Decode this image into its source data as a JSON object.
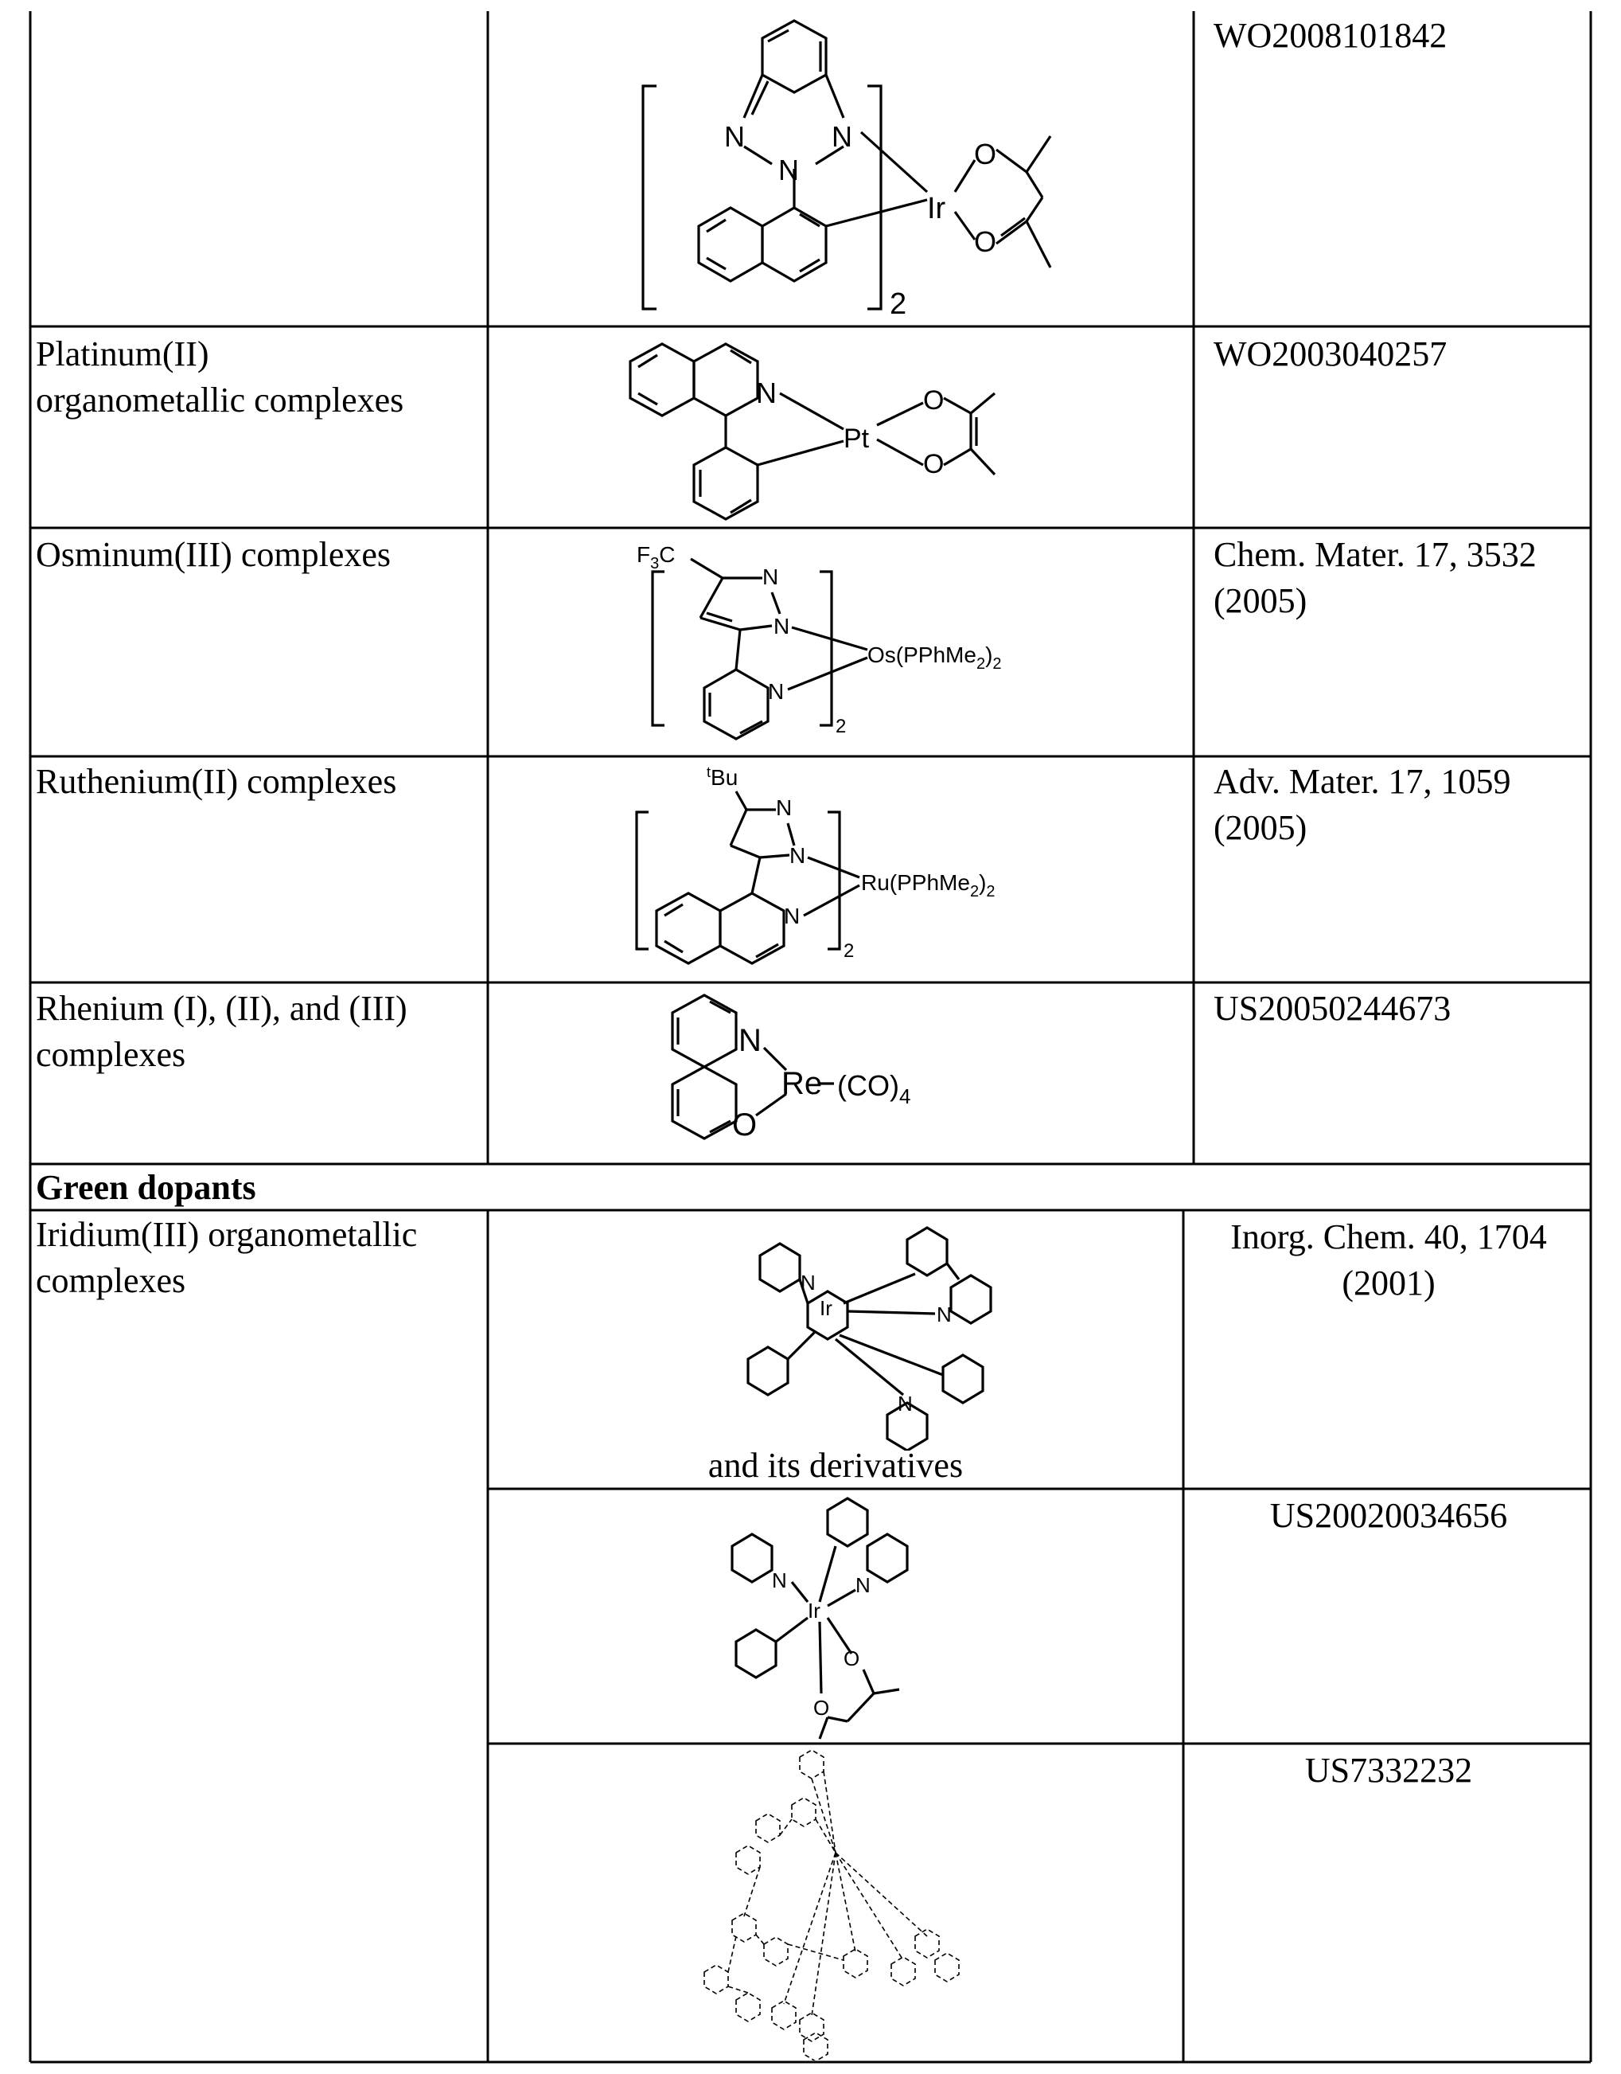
{
  "rows": [
    {
      "class": "",
      "reference": "WO2008101842",
      "structure": "iridium-benzotriazole-naphthyl-acac"
    },
    {
      "class": "Platinum(II)\norganometallic complexes",
      "reference": "WO2003040257",
      "structure": "platinum-phenylisoquinoline-acac"
    },
    {
      "class": "Osminum(III) complexes",
      "reference": "Chem. Mater. 17, 3532\n(2005)",
      "structure": "osmium-pyrazolylpyridine",
      "labels": {
        "cf3": "F",
        "cf3_sub": "3",
        "cf3_c": "C",
        "metal": "Os(PPhMe",
        "metal_sub": "2",
        "metal_close": ")",
        "metal_close_sub": "2",
        "count": "2",
        "n1": "N",
        "n2": "N",
        "n3": "N"
      }
    },
    {
      "class": "Ruthenium(II) complexes",
      "reference": "Adv. Mater. 17, 1059\n(2005)",
      "structure": "ruthenium-pyrazolylisoquinoline",
      "labels": {
        "tbu_sup": "t",
        "tbu": "Bu",
        "metal": "Ru(PPhMe",
        "metal_sub": "2",
        "metal_close": ")",
        "metal_close_sub": "2",
        "count": "2"
      }
    },
    {
      "class": "Rhenium (I), (II), and (III)\ncomplexes",
      "reference": "US20050244673",
      "structure": "rhenium-hydroxyquinoline",
      "labels": {
        "metal": "Re",
        "ligand": "(CO)",
        "ligand_sub": "4",
        "n": "N",
        "o": "O"
      }
    }
  ],
  "section_header": "Green dopants",
  "green": {
    "class": "Iridium(III) organometallic\ncomplexes",
    "entries": [
      {
        "reference": "Inorg. Chem. 40, 1704\n(2001)",
        "caption": "and its derivatives",
        "structure": "Ir(ppy)3"
      },
      {
        "reference": "US20020034656",
        "caption": "",
        "structure": "Ir(ppy)2(acac)"
      },
      {
        "reference": "US7332232",
        "caption": "",
        "structure": "dendritic-iridium"
      }
    ]
  },
  "atom_labels": {
    "N": "N",
    "O": "O",
    "Ir": "Ir",
    "Pt": "Pt",
    "count2": "2"
  }
}
